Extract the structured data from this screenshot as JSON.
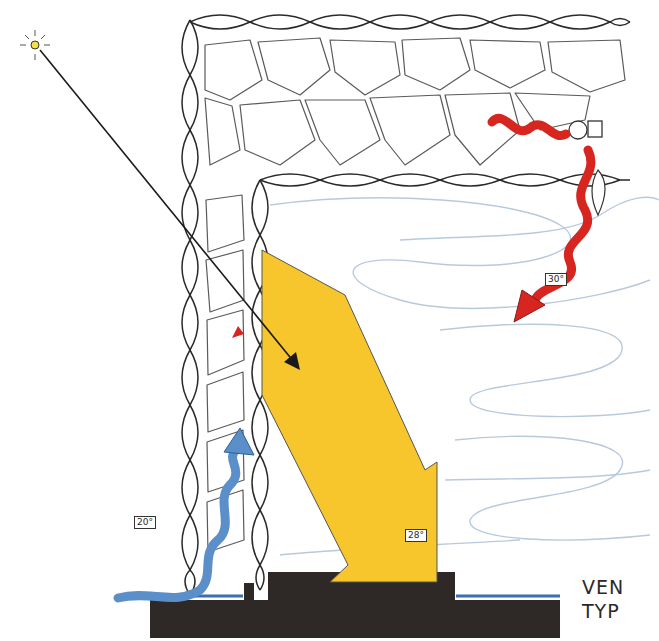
{
  "diagram": {
    "labels": [
      "30°",
      "20°",
      "28°",
      "VEN",
      "TYP"
    ]
  }
}
